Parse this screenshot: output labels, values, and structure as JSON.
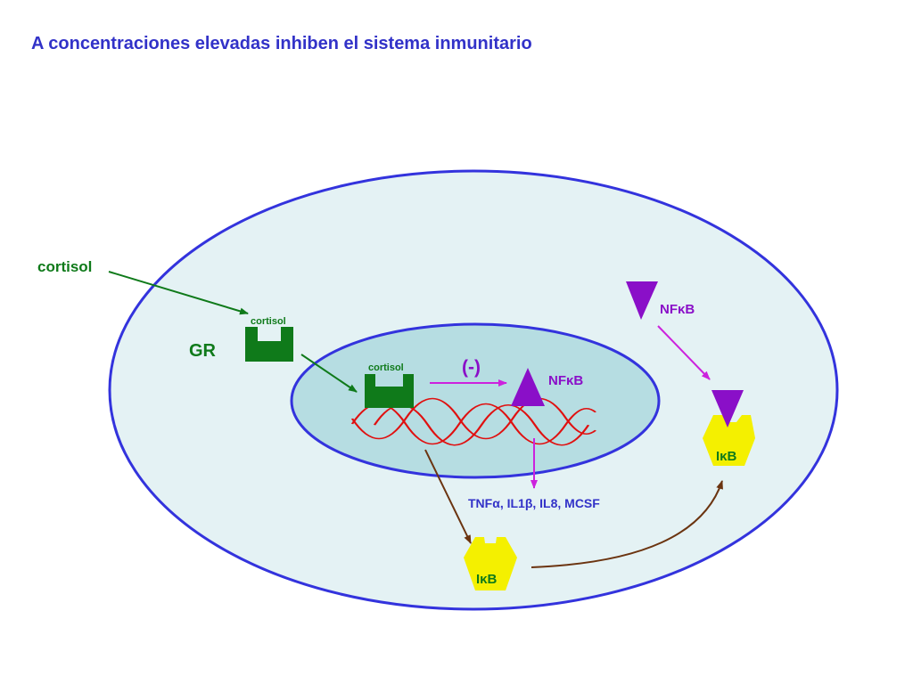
{
  "title": "A concentraciones elevadas inhiben el sistema inmunitario",
  "labels": {
    "cortisol_outside": "cortisol",
    "cortisol_cytoplasm": "cortisol",
    "cortisol_nucleus": "cortisol",
    "gr": "GR",
    "inhibition": "(-)",
    "nfkb_nucleus": "NFκB",
    "nfkb_cytoplasm": "NFκB",
    "ikb_bottom": "IκB",
    "ikb_complex": "IκB",
    "genes": "TNFα, IL1β, IL8, MCSF"
  },
  "colors": {
    "title": "#3232c8",
    "membrane": "#3333dd",
    "cytoplasm": "#e4f2f4",
    "nucleus": "#b6dde2",
    "green": "#0f7a1a",
    "purple": "#8a0fc8",
    "magenta": "#cc22dd",
    "dna": "#e01010",
    "yellow": "#f4f000",
    "brown": "#6b3410"
  }
}
